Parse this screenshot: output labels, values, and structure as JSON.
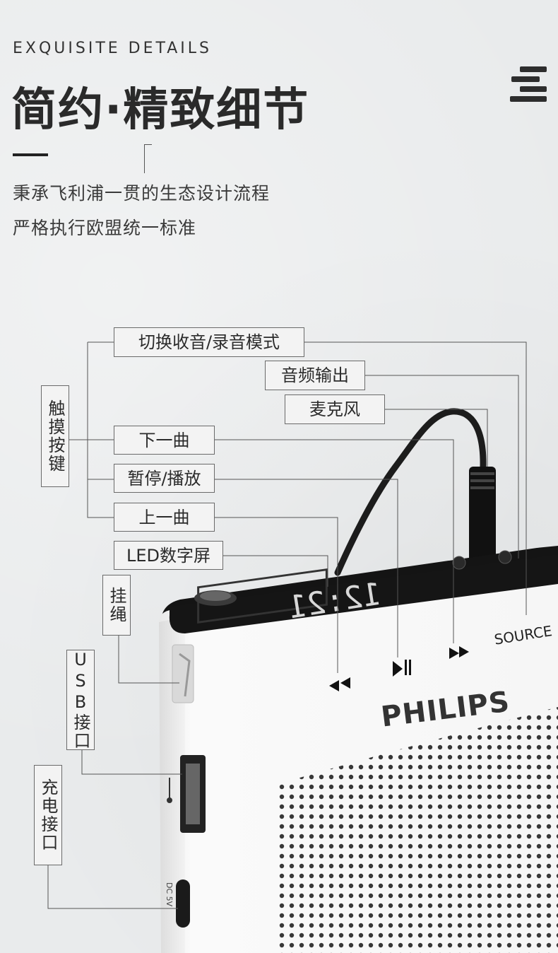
{
  "header": {
    "subtitle_en": "EXQUISITE DETAILS",
    "title_cn": "简约·精致细节",
    "desc_line1": "秉承飞利浦一贯的生态设计流程",
    "desc_line2": "严格执行欧盟统一标准"
  },
  "labels": {
    "mode_switch": "切换收音/录音模式",
    "audio_out": "音频输出",
    "microphone": "麦克风",
    "touch_keys": "触摸按键",
    "next_track": "下一曲",
    "play_pause": "暂停/播放",
    "prev_track": "上一曲",
    "led_display": "LED数字屏",
    "lanyard": "挂绳",
    "usb_port": "USB接口",
    "charge_port": "充电接口"
  },
  "device": {
    "brand": "PHILIPS",
    "source_label": "SOURCE",
    "display_digits": "12:21",
    "dc_label": "DC 5V",
    "rewind_icon": "rewind-icon",
    "play_pause_icon": "play-pause-icon",
    "fast_forward_icon": "fast-forward-icon",
    "usb_icon": "usb-icon"
  },
  "colors": {
    "background": "#e9ebec",
    "device_body": "#f7f7f7",
    "device_top": "#141414"
  }
}
